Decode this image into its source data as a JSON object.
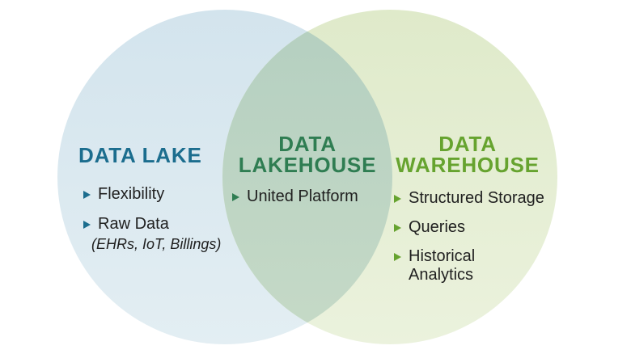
{
  "colors": {
    "bg": "#ffffff",
    "lake_top": "#d3e4ed",
    "lake_bottom": "#e3eef3",
    "warehouse_top": "#dfeaca",
    "warehouse_bottom": "#ebf2dd",
    "overlap_top": "#b4cfc0",
    "overlap_bottom": "#c6dac7",
    "lake_accent": "#1b6d8e",
    "lakehouse_accent": "#2f7d52",
    "warehouse_accent": "#66a32f",
    "body_text": "#1f1f1f"
  },
  "venn": {
    "lake": {
      "title": "DATA LAKE",
      "items": [
        "Flexibility",
        "Raw Data"
      ],
      "note": "(EHRs, IoT, Billings)"
    },
    "lakehouse": {
      "title_line1": "DATA",
      "title_line2": "LAKEHOUSE",
      "items": [
        "United Platform"
      ]
    },
    "warehouse": {
      "title_line1": "DATA",
      "title_line2": "WAREHOUSE",
      "items": [
        "Structured Storage",
        "Queries",
        "Historical Analytics"
      ]
    }
  }
}
